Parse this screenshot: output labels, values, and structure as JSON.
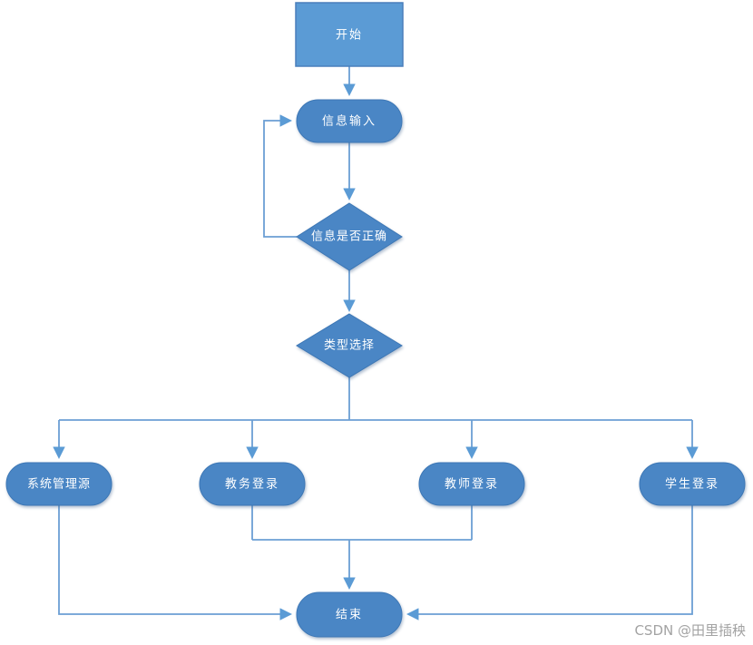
{
  "diagram": {
    "title_hint": "login flowchart",
    "colors": {
      "start_fill": "#5b9bd5",
      "start_border": "#4a7ebb",
      "node_fill": "#4a86c5",
      "node_border": "#3d77b5",
      "edge_stroke": "#6b9fd4",
      "arrow_fill": "#5b9bd5",
      "label_text": "#ffffff",
      "watermark_text": "#a3a3a3",
      "background": "#ffffff"
    },
    "nodes": {
      "start": {
        "label": "开始",
        "type": "rect"
      },
      "info_input": {
        "label": "信息输入",
        "type": "stadium"
      },
      "info_check": {
        "label": "信息是否正确",
        "type": "diamond"
      },
      "type_select": {
        "label": "类型选择",
        "type": "diamond"
      },
      "admin": {
        "label": "系统管理源",
        "type": "stadium"
      },
      "academic": {
        "label": "教务登录",
        "type": "stadium"
      },
      "teacher": {
        "label": "教师登录",
        "type": "stadium"
      },
      "student": {
        "label": "学生登录",
        "type": "stadium"
      },
      "end": {
        "label": "结束",
        "type": "stadium"
      }
    },
    "edges": [
      {
        "from": "start",
        "to": "info_input"
      },
      {
        "from": "info_input",
        "to": "info_check"
      },
      {
        "from": "info_check",
        "to": "info_input",
        "kind": "loop-back"
      },
      {
        "from": "info_check",
        "to": "type_select"
      },
      {
        "from": "type_select",
        "to": "admin"
      },
      {
        "from": "type_select",
        "to": "academic"
      },
      {
        "from": "type_select",
        "to": "teacher"
      },
      {
        "from": "type_select",
        "to": "student"
      },
      {
        "from": "admin",
        "to": "end"
      },
      {
        "from": "academic",
        "to": "end"
      },
      {
        "from": "teacher",
        "to": "end"
      },
      {
        "from": "student",
        "to": "end"
      }
    ]
  },
  "watermark": {
    "text": "CSDN @田里插秧"
  }
}
